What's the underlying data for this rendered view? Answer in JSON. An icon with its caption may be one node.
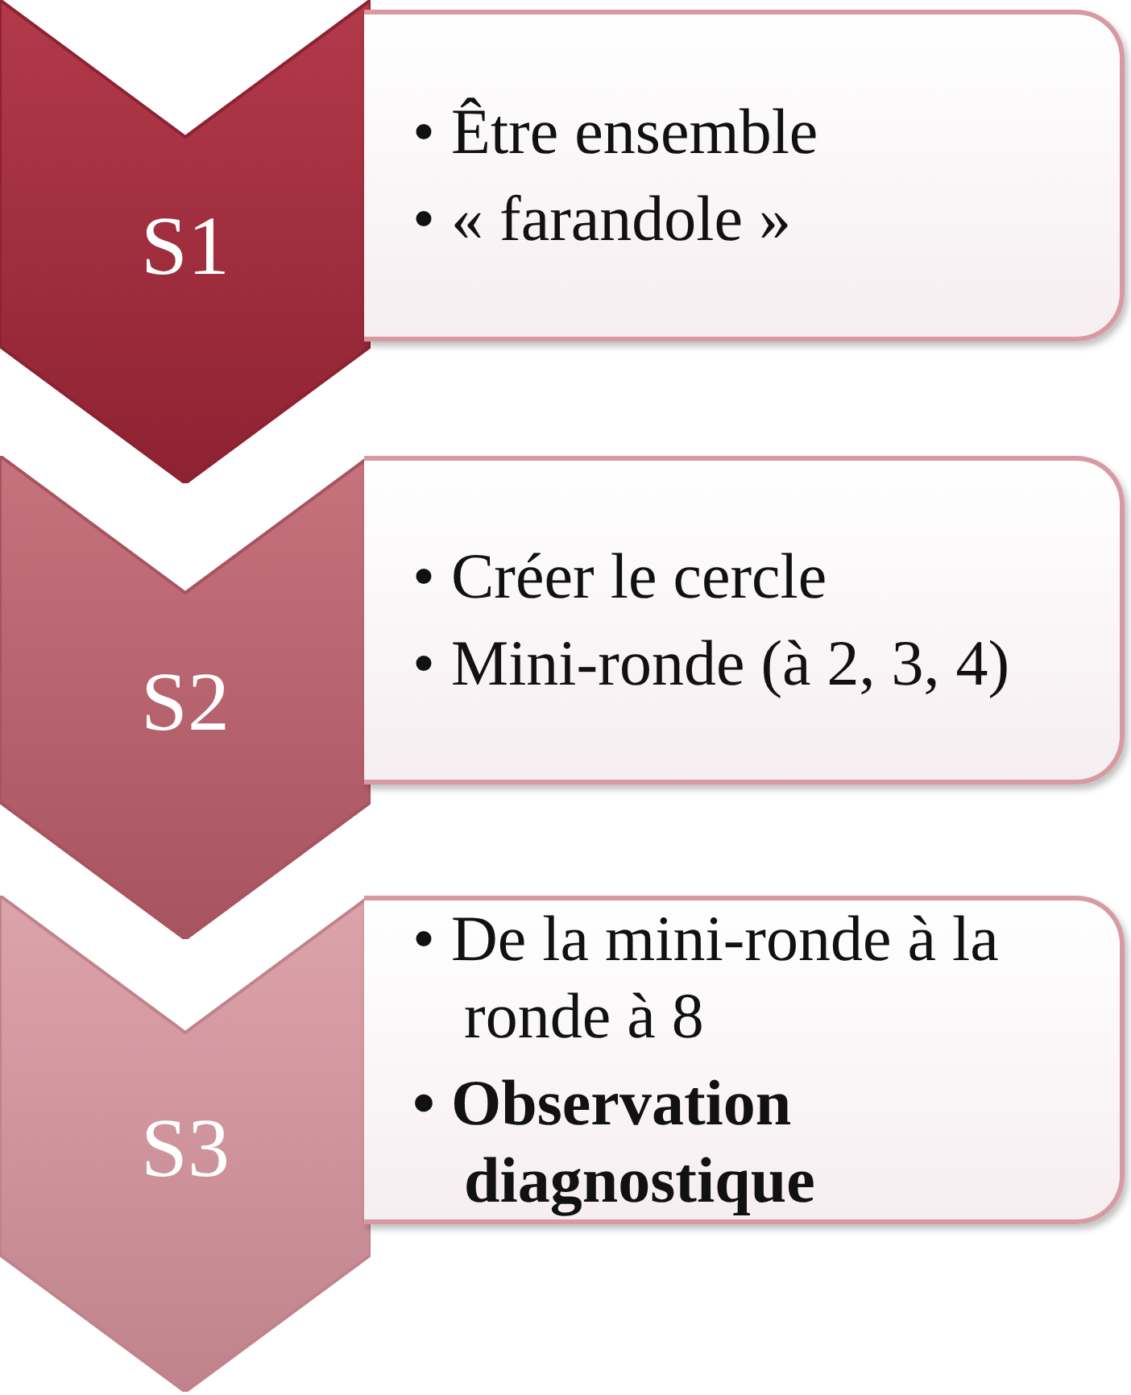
{
  "diagram": {
    "nodes": [
      {
        "text": [
          "S1"
        ]
      },
      {
        "text": [
          "• Être ensemble",
          "• « farandole »"
        ]
      },
      {
        "text": [
          "S2"
        ]
      },
      {
        "text": [
          "• Créer le cercle",
          "• Mini-ronde (à 2, 3, 4)"
        ]
      },
      {
        "text": [
          "S3"
        ]
      },
      {
        "text": [
          "• De la mini-ronde à la ronde à 8",
          "• Observation diagnostique"
        ]
      }
    ]
  }
}
